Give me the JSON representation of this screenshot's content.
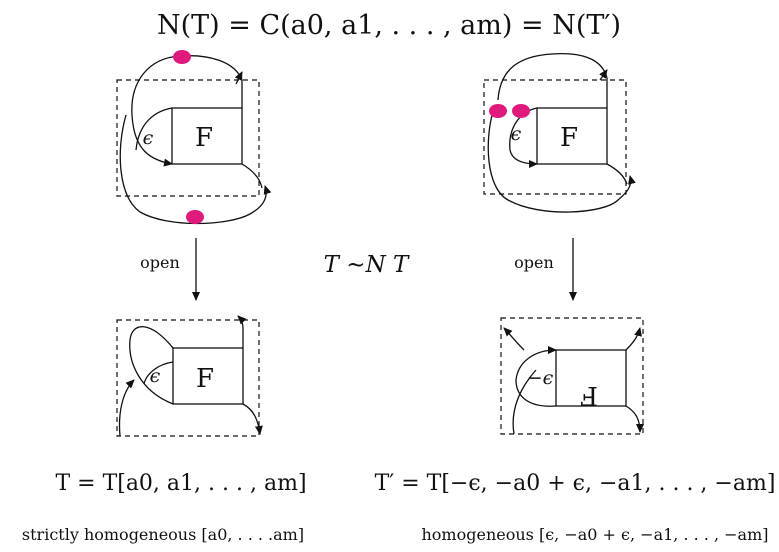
{
  "colors": {
    "ink": "#111111",
    "marker": "#e0197d",
    "background": "#ffffff"
  },
  "title": "N(T) = C(a0, a1, . . . , am) = N(T′)",
  "equivalence": "T ∼N T",
  "left": {
    "top_box": "F",
    "top_epsilon": "ϵ",
    "arrow_label": "open",
    "bottom_box": "F",
    "bottom_epsilon": "ϵ",
    "result": "T = T[a0, a1, . . . , am]",
    "caption": "strictly homogeneous [a0, . . . .am]"
  },
  "right": {
    "top_box": "F",
    "top_epsilon": "ϵ",
    "arrow_label": "open",
    "bottom_box": "F",
    "bottom_epsilon": "−ϵ",
    "result": "T′ = T[−ϵ, −a0 + ϵ, −a1, . . . , −am]",
    "caption": "homogeneous [ϵ, −a0 + ϵ, −a1, . . . , −am]"
  }
}
